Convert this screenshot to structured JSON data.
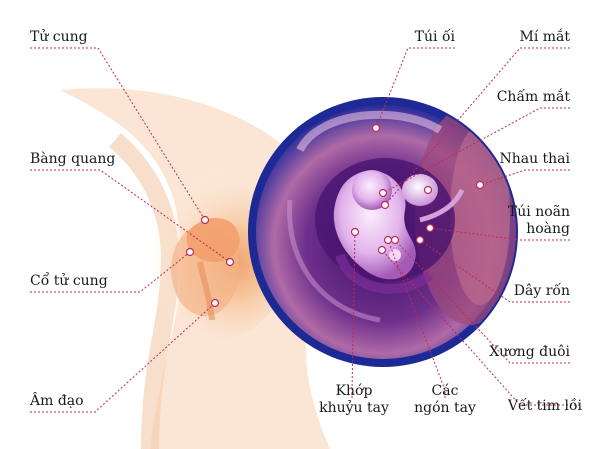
{
  "labels": {
    "tu_cung": "Tử cung",
    "bang_quang": "Bàng quang",
    "co_tu_cung": "Cổ tử cung",
    "am_dao": "Âm đạo",
    "tui_oi": "Túi ối",
    "mi_mat": "Mí mắt",
    "cham_mat": "Chấm mắt",
    "nhau_thai": "Nhau thai",
    "tui_noan_1": "Túi noãn",
    "tui_noan_2": "hoàng",
    "day_ron": "Dây rốn",
    "xuong_duoi": "Xương đuôi",
    "khop_1": "Khớp",
    "khop_2": "khuỷu tay",
    "cac_1": "Các",
    "cac_2": "ngón tay",
    "vet_tim": "Vết tim lồi"
  },
  "colors": {
    "leader_line": "#c0285a",
    "skin": "#f6d2b0",
    "womb_ring": "#1b2fa0",
    "amnion": "#6f2a8c",
    "embryo": "#e9c8f0"
  }
}
